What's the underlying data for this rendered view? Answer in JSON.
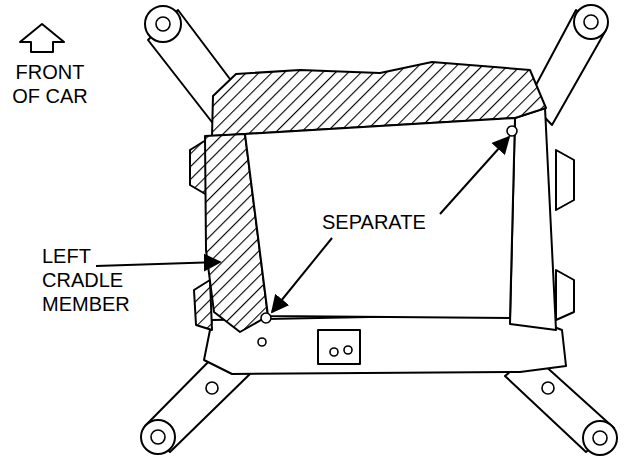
{
  "diagram": {
    "labels": [
      "FRONT OF CAR",
      "SEPARATE",
      "LEFT CRADLE MEMBER"
    ]
  }
}
